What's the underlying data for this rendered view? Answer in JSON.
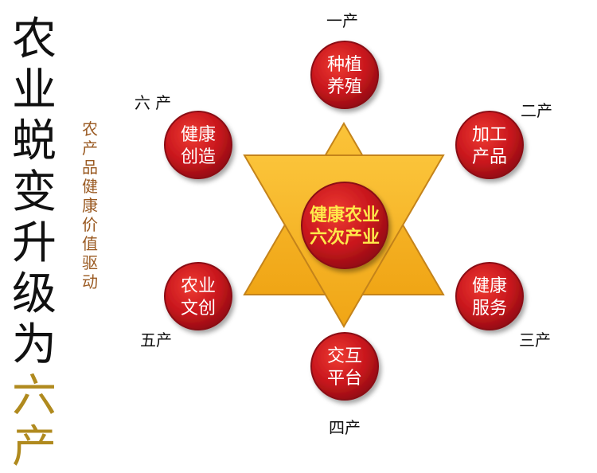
{
  "title": {
    "line_black": "农业蜕变升级为",
    "line_gold": "六产"
  },
  "subtitle": "农产品健康价值驱动",
  "center": {
    "line1": "健康农业",
    "line2": "六次产业"
  },
  "nodes": [
    {
      "id": "node-1",
      "line1": "种植",
      "line2": "养殖",
      "tag": "一产"
    },
    {
      "id": "node-2",
      "line1": "加工",
      "line2": "产品",
      "tag": "二产"
    },
    {
      "id": "node-3",
      "line1": "健康",
      "line2": "服务",
      "tag": "三产"
    },
    {
      "id": "node-4",
      "line1": "交互",
      "line2": "平台",
      "tag": "四产"
    },
    {
      "id": "node-5",
      "line1": "农业",
      "line2": "文创",
      "tag": "五产"
    },
    {
      "id": "node-6",
      "line1": "健康",
      "line2": "创造",
      "tag": "六  产"
    }
  ],
  "colors": {
    "star_fill": "#f5b21e",
    "star_stroke": "#c4831a",
    "circle_fill": "#c8161d",
    "circle_stroke": "#8a0f12",
    "center_text": "#ffe94a",
    "node_text": "#ffffff",
    "title_black": "#111111",
    "title_gold": "#b08a1e",
    "subtitle": "#9a5a22"
  }
}
